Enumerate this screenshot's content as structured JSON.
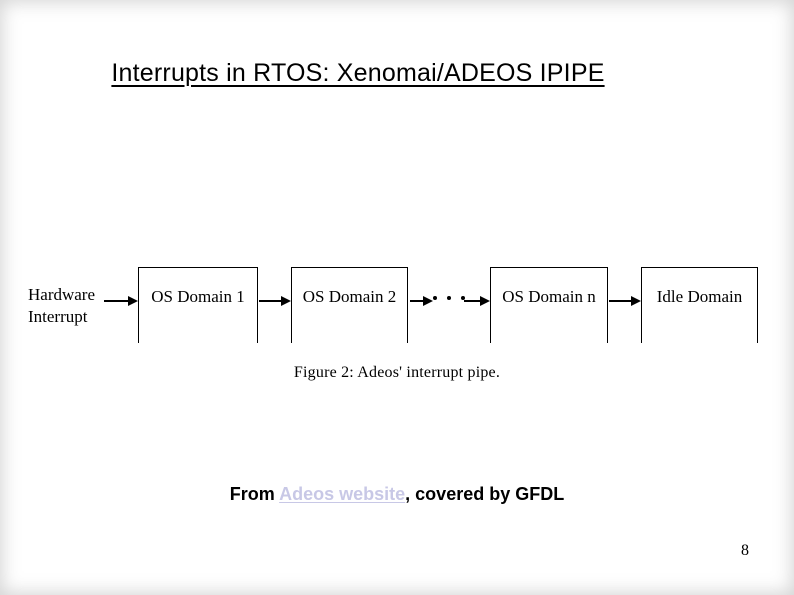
{
  "slide": {
    "title": "Interrupts in RTOS: Xenomai/ADEOS IPIPE",
    "page_number": "8"
  },
  "figure": {
    "source_label_line1": "Hardware",
    "source_label_line2": "Interrupt",
    "boxes": [
      "OS Domain 1",
      "OS Domain 2",
      "OS Domain n",
      "Idle Domain"
    ],
    "ellipsis": "• • •",
    "caption": "Figure 2: Adeos' interrupt pipe."
  },
  "footer": {
    "prefix": "From ",
    "link_text": "Adeos website",
    "suffix": ", covered by GFDL",
    "link_color": "#c8c8e6"
  }
}
